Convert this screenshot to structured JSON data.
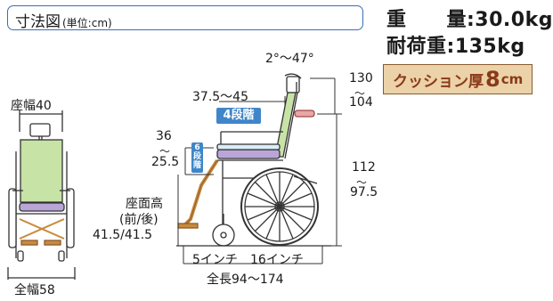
{
  "header": {
    "title": "寸法図",
    "unit_note": "(単位:cm)"
  },
  "specs": {
    "weight_label": "重　量",
    "weight_value": ":30.0kg",
    "load_label": "耐荷重",
    "load_value": ":135kg"
  },
  "cushion": {
    "label": "クッション厚",
    "value": "8",
    "unit": "cm"
  },
  "front_view": {
    "seat_width": "座幅40",
    "total_width": "全幅58"
  },
  "side_view": {
    "recline_angle": "2°〜47°",
    "backrest_height": "37.5〜45",
    "recline_stages": "4段階",
    "seat_height_top": "36",
    "seat_height_tilde": "〜",
    "seat_height_bottom": "25.5",
    "seat_stages": [
      "6",
      "段",
      "階"
    ],
    "seat_floor_label_1": "座面高",
    "seat_floor_label_2": "(前/後)",
    "seat_floor_value": "41.5/41.5",
    "armrest_top": "130",
    "armrest_tilde": "〜",
    "armrest_bottom": "104",
    "total_height_top": "112",
    "total_height_tilde": "〜",
    "total_height_bottom": "97.5",
    "caster_size": "5インチ",
    "wheel_size": "16インチ",
    "total_length": "全長94〜174"
  }
}
